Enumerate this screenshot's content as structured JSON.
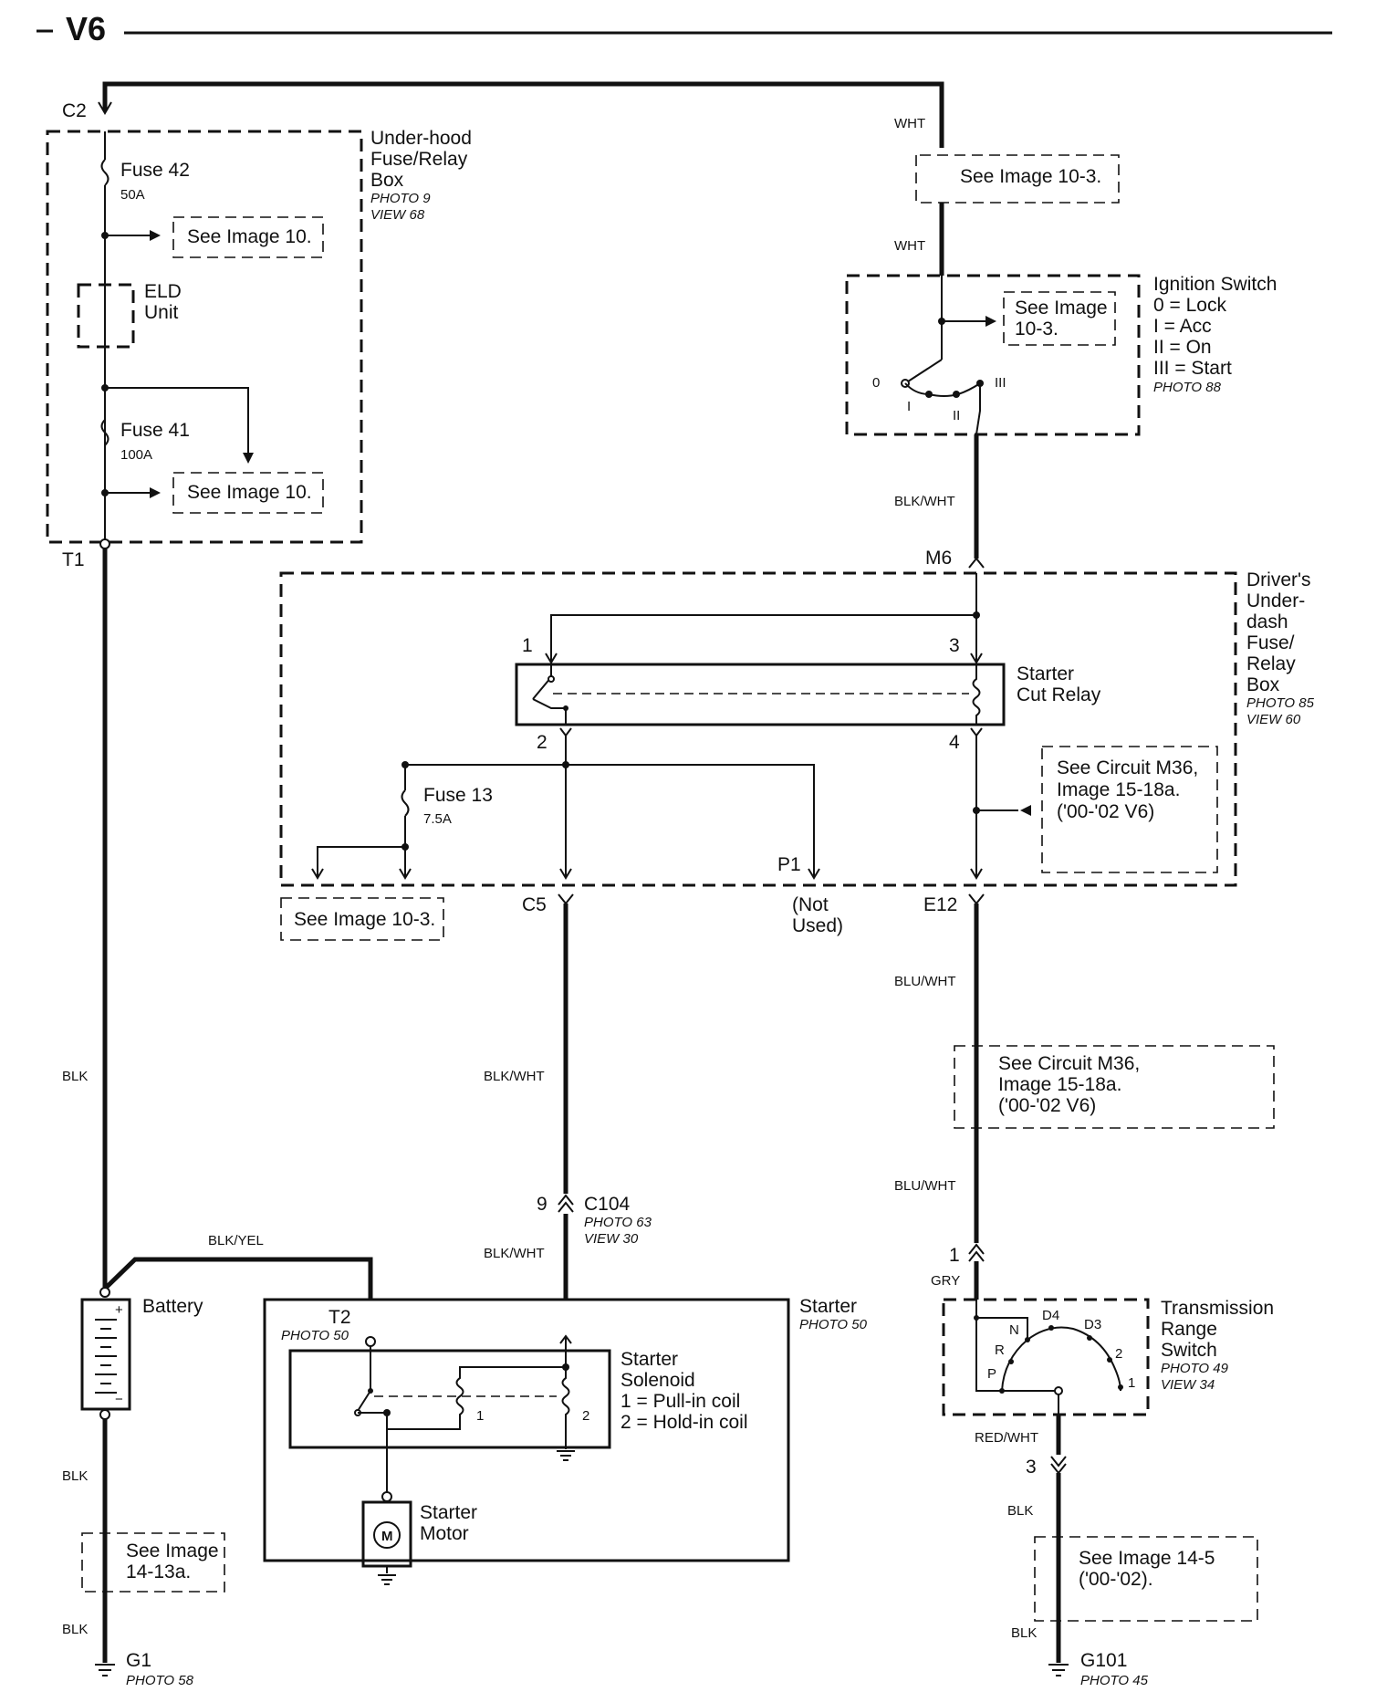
{
  "title": "V6",
  "components": {
    "underhood_box": {
      "name1": "Under-hood",
      "name2": "Fuse/Relay",
      "name3": "Box",
      "photo": "PHOTO 9",
      "view": "VIEW 68"
    },
    "fuse42": {
      "name": "Fuse 42",
      "rating": "50A"
    },
    "fuse41": {
      "name": "Fuse 41",
      "rating": "100A"
    },
    "eld": {
      "name1": "ELD",
      "name2": "Unit"
    },
    "ignition": {
      "name": "Ignition Switch",
      "pos0": "0  = Lock",
      "pos1": "I   = Acc",
      "pos2": "II  = On",
      "pos3": "III = Start",
      "photo": "PHOTO 88",
      "t0": "0",
      "t1": "I",
      "t2": "II",
      "t3": "III"
    },
    "underdash_box": {
      "name1": "Driver's",
      "name2": "Under-",
      "name3": "dash",
      "name4": "Fuse/",
      "name5": "Relay",
      "name6": "Box",
      "photo": "PHOTO 85",
      "view": "VIEW 60"
    },
    "starter_cut_relay": {
      "name1": "Starter",
      "name2": "Cut Relay",
      "p1": "1",
      "p2": "2",
      "p3": "3",
      "p4": "4"
    },
    "fuse13": {
      "name": "Fuse 13",
      "rating": "7.5A"
    },
    "battery": {
      "name": "Battery"
    },
    "starter": {
      "name": "Starter",
      "photo": "PHOTO 50"
    },
    "solenoid": {
      "name1": "Starter",
      "name2": "Solenoid",
      "coil1": "1 =  Pull-in coil",
      "coil2": "2 =  Hold-in coil",
      "n1": "1",
      "n2": "2"
    },
    "starter_motor": {
      "name1": "Starter",
      "name2": "Motor",
      "symbol": "M"
    },
    "trs": {
      "name1": "Transmission",
      "name2": "Range",
      "name3": "Switch",
      "photo": "PHOTO 49",
      "view": "VIEW 34",
      "pP": "P",
      "pR": "R",
      "pN": "N",
      "pD4": "D4",
      "pD3": "D3",
      "p2": "2",
      "p1": "1"
    }
  },
  "connectors": {
    "c2": "C2",
    "t1": "T1",
    "m6": "M6",
    "c5": "C5",
    "p1": "P1",
    "not_used1": "(Not",
    "not_used2": "Used)",
    "e12": "E12",
    "c104": "C104",
    "c104_pin": "9",
    "c104_photo": "PHOTO 63",
    "c104_view": "VIEW 30",
    "t2": "T2",
    "t2_photo": "PHOTO 50",
    "trs_pin1": "1",
    "trs_pin3": "3",
    "g1": "G1",
    "g1_photo": "PHOTO 58",
    "g101": "G101",
    "g101_photo": "PHOTO 45"
  },
  "wires": {
    "wht": "WHT",
    "blk_wht": "BLK/WHT",
    "blk": "BLK",
    "blu_wht": "BLU/WHT",
    "blk_yel": "BLK/YEL",
    "gry": "GRY",
    "red_wht": "RED/WHT"
  },
  "refs": {
    "img10": "See Image 10.",
    "img10_3": "See Image 10-3.",
    "img10_3a": "See Image",
    "img10_3b": "10-3.",
    "m36a": "See Circuit M36,",
    "m36b": "Image 15-18a.",
    "m36c": "('00-'02 V6)",
    "img14_13a": "See Image",
    "img14_13b": "14-13a.",
    "img14_5a": "See Image 14-5",
    "img14_5b": "('00-'02)."
  }
}
